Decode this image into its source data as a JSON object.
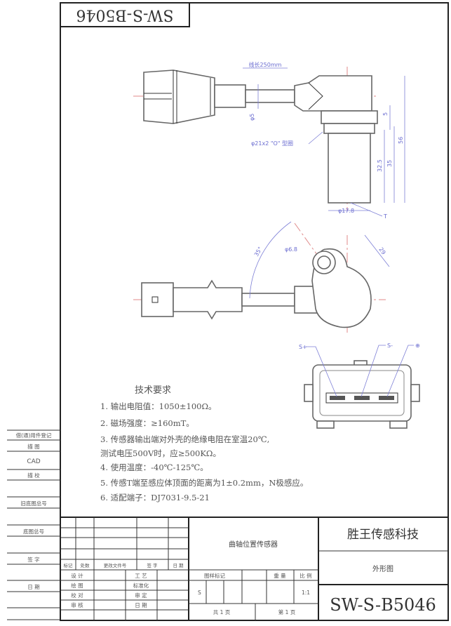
{
  "drawing_number_banner": "SW-S-B5046",
  "views": {
    "side": {
      "cable_length": "线长250mm",
      "cable_dia": "φ5",
      "oring": "φ21x2 \"O\" 型圈",
      "dim_5": "5",
      "dim_32_5": "32.5",
      "dim_35": "35",
      "dim_56": "56",
      "dim_body_dia": "φ17.8",
      "dim_t": "T"
    },
    "top": {
      "angle": "35°",
      "hole_dia": "φ6.8",
      "dim_29": "29"
    },
    "connector": {
      "pin1": "S+",
      "pin2": "S-",
      "pin3": "⊕"
    }
  },
  "requirements": {
    "title": "技术要求",
    "items": [
      "1. 输出电阻值：1050±100Ω。",
      "2. 磁场强度：≥160mT。",
      "3. 传感器输出端对外壳的绝缘电阻在室温20℃,",
      "测试电压500V时，应≥500KΩ。",
      "4. 使用温度：-40℃-125℃。",
      "5. 传感T端至感应体顶面的距离为1±0.2mm，N极感应。",
      "6. 适配端子：DJ7031-9.5-21"
    ]
  },
  "side_labels": [
    "借(通)用件登记",
    "描 图",
    "CAD",
    "描 校",
    "旧底图总号",
    "底图总号",
    "签 字",
    "日 期"
  ],
  "title_block": {
    "revision_headers": [
      "标记",
      "处数",
      "更改文件号",
      "签 字",
      "日 期"
    ],
    "roles_left": [
      "设 计",
      "绘 图",
      "校 对",
      "审 核"
    ],
    "roles_right": [
      "工 艺",
      "标准化",
      "审 定",
      "日 期"
    ],
    "product_name": "曲轴位置传感器",
    "company": "胜王传感科技",
    "drawing_type": "外形图",
    "drawing_number": "SW-S-B5046",
    "sample_mark_label": "图样标记",
    "sample_mark_value": "S",
    "weight_label": "重 量",
    "scale_label": "比 例",
    "scale_value": "1:1",
    "sheets_total": "共  1  页",
    "sheet_current": "第  1  页"
  }
}
